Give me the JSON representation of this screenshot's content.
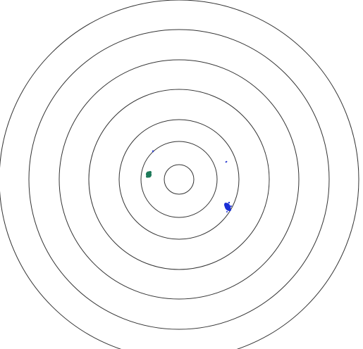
{
  "display": {
    "background_color": "#ffffff",
    "ring_color": "#333333",
    "ring_count": 7,
    "returns": [
      {
        "label": "green-cluster",
        "color": "#1e7a5a"
      },
      {
        "label": "blue-cluster-large",
        "color": "#1a2fd6"
      },
      {
        "label": "blue-speck-upper-left",
        "color": "#2a3ad0"
      },
      {
        "label": "blue-speck-right",
        "color": "#2a3ad0"
      }
    ]
  }
}
